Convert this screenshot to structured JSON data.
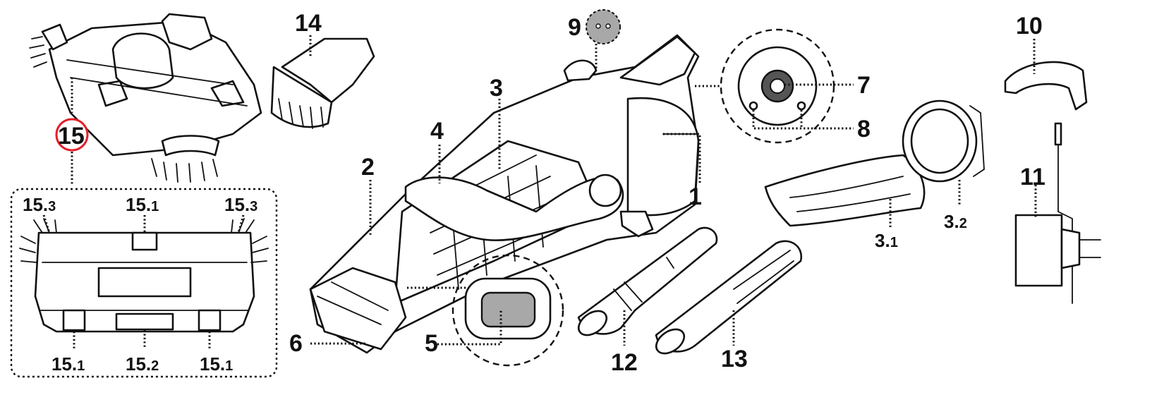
{
  "figure": {
    "part_labels": [
      {
        "id": "p1",
        "text": "1"
      },
      {
        "id": "p2",
        "text": "2"
      },
      {
        "id": "p3",
        "text": "3"
      },
      {
        "id": "p4",
        "text": "4"
      },
      {
        "id": "p5",
        "text": "5"
      },
      {
        "id": "p6",
        "text": "6"
      },
      {
        "id": "p7",
        "text": "7"
      },
      {
        "id": "p8",
        "text": "8"
      },
      {
        "id": "p9",
        "text": "9"
      },
      {
        "id": "p10",
        "text": "10"
      },
      {
        "id": "p11",
        "text": "11"
      },
      {
        "id": "p12",
        "text": "12"
      },
      {
        "id": "p13",
        "text": "13"
      },
      {
        "id": "p14",
        "text": "14"
      },
      {
        "id": "p15",
        "text": "15"
      }
    ],
    "sub_labels": [
      {
        "id": "p3_1",
        "main": "3.",
        "sub": "1"
      },
      {
        "id": "p3_2",
        "main": "3.",
        "sub": "2"
      },
      {
        "id": "p15_1a",
        "main": "15.",
        "sub": "1"
      },
      {
        "id": "p15_1b",
        "main": "15.",
        "sub": "1"
      },
      {
        "id": "p15_1c",
        "main": "15.",
        "sub": "1"
      },
      {
        "id": "p15_2",
        "main": "15.",
        "sub": "2"
      },
      {
        "id": "p15_3a",
        "main": "15.",
        "sub": "3"
      },
      {
        "id": "p15_3b",
        "main": "15.",
        "sub": "3"
      }
    ],
    "colors": {
      "line": "#111111",
      "highlight_circle": "#e0202a",
      "gray_fill": "#a8a8a8"
    }
  }
}
